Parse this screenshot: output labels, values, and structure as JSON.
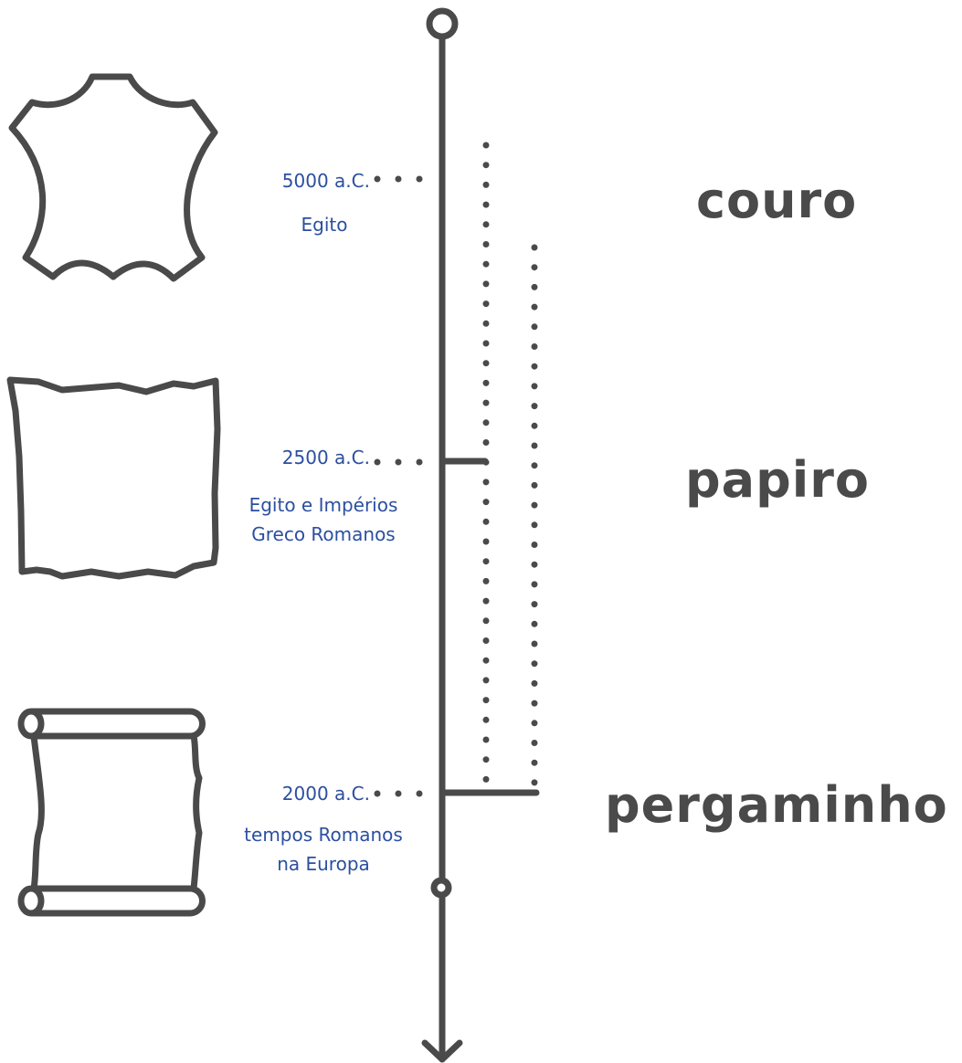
{
  "timeline": {
    "events": [
      {
        "date": "5000 a.C.",
        "place_lines": [
          "Egito"
        ],
        "material": "couro",
        "icon": "leather-hide-icon"
      },
      {
        "date": "2500 a.C.",
        "place_lines": [
          "Egito e Impérios",
          "Greco Romanos"
        ],
        "material": "papiro",
        "icon": "papyrus-sheet-icon"
      },
      {
        "date": "2000 a.C.",
        "place_lines": [
          "tempos Romanos",
          "na Europa"
        ],
        "material": "pergaminho",
        "icon": "parchment-scroll-icon"
      }
    ]
  },
  "colors": {
    "line": "#4a4a4a",
    "text_blue": "#2b4fa0",
    "material_text": "#4a4a4a"
  }
}
